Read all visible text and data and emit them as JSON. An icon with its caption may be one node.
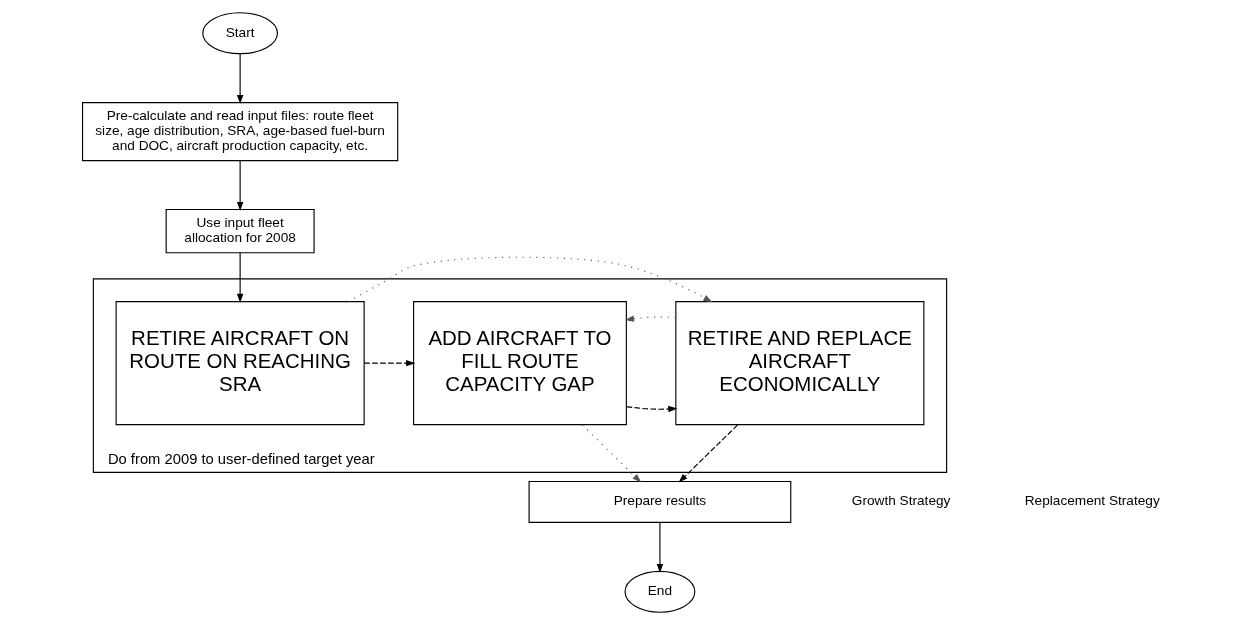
{
  "diagram": {
    "nodes": [
      {
        "text": [
          "Start"
        ]
      },
      {
        "text": [
          "Pre-calculate and read input files: route fleet size, age distribution, SRA, age-based fuel-burn and DOC, aircraft production capacity, etc."
        ]
      },
      {
        "text": [
          "Use input fleet allocation for 2008"
        ]
      },
      {
        "text": [
          "Do from 2009 to user-defined target year"
        ]
      },
      {
        "text": [
          "RETIRE AIRCRAFT ON ROUTE ON REACHING SRA"
        ],
        "in": 3
      },
      {
        "text": [
          "ADD AIRCRAFT TO FILL ROUTE CAPACITY GAP"
        ],
        "in": 3
      },
      {
        "text": [
          "RETIRE AND REPLACE AIRCRAFT ECONOMICALLY"
        ],
        "in": 3
      },
      {
        "text": [
          "Prepare results"
        ]
      },
      {
        "text": [
          "End"
        ]
      }
    ],
    "edges": [
      {
        "from": 0,
        "to": 1,
        "arrow": "to"
      },
      {
        "from": 1,
        "to": 2,
        "arrow": "to"
      },
      {
        "from": 2,
        "to": 4,
        "arrow": "to"
      },
      {
        "from": 4,
        "to": 5,
        "arrow": "to",
        "style": "dashed"
      },
      {
        "from": 4,
        "to": 6,
        "arrow": "to",
        "style": "dashed",
        "color": "#555555"
      },
      {
        "from": 5,
        "to": 6,
        "arrow": "to",
        "style": "dashed"
      },
      {
        "from": 6,
        "to": 5,
        "arrow": "to",
        "style": "dashed",
        "color": "#555555"
      },
      {
        "from": 5,
        "to": 7,
        "arrow": "to",
        "style": "dashed",
        "color": "#555555"
      },
      {
        "from": 6,
        "to": 7,
        "arrow": "to",
        "style": "dashed"
      },
      {
        "from": 7,
        "to": 8,
        "arrow": "to"
      }
    ],
    "legend": [
      {
        "text": "Growth Strategy"
      },
      {
        "text": "Replacement Strategy"
      }
    ]
  }
}
